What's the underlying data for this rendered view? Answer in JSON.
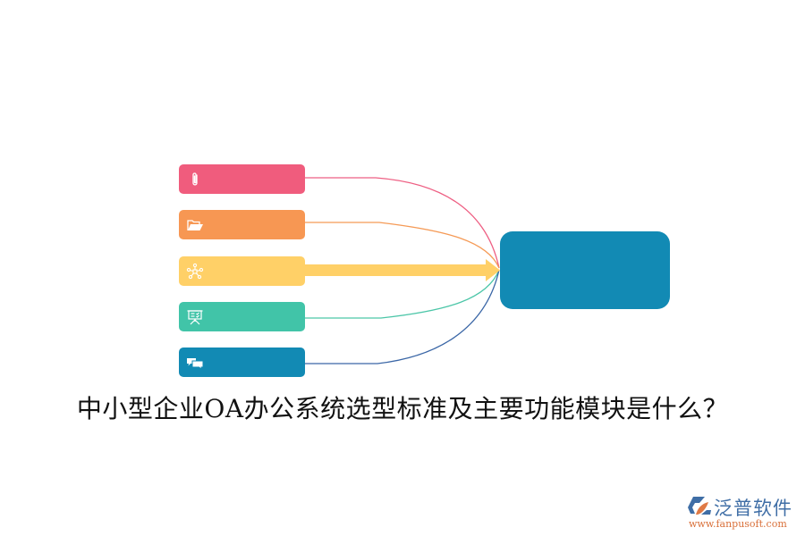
{
  "diagram": {
    "title": "中小型企业OA办公系统选型标准及主要功能模块是什么？",
    "hub": {
      "label": "",
      "color": "#128ab4"
    },
    "branches": [
      {
        "id": "attachment",
        "label": "",
        "icon": "paperclip-icon",
        "color": "#f05c7d",
        "connector": "curve"
      },
      {
        "id": "folder",
        "label": "",
        "icon": "folder-open-icon",
        "color": "#f79753",
        "connector": "curve"
      },
      {
        "id": "network",
        "label": "",
        "icon": "network-nodes-icon",
        "color": "#ffd067",
        "connector": "arrow"
      },
      {
        "id": "presentation",
        "label": "",
        "icon": "presentation-board-icon",
        "color": "#41c4a8",
        "connector": "curve"
      },
      {
        "id": "chat",
        "label": "",
        "icon": "chat-bubbles-icon",
        "color": "#128ab4",
        "connector": "curve"
      }
    ],
    "connector_colors": {
      "attachment": "#ee5f83",
      "folder": "#f59a56",
      "network": "#ffd067",
      "presentation": "#4cc6a8",
      "chat": "#3a66a6"
    }
  },
  "watermark": {
    "brand": "泛普软件",
    "url": "www.fanpusoft.com",
    "brand_color": "#3f6ea6",
    "url_color": "#d9703a"
  }
}
